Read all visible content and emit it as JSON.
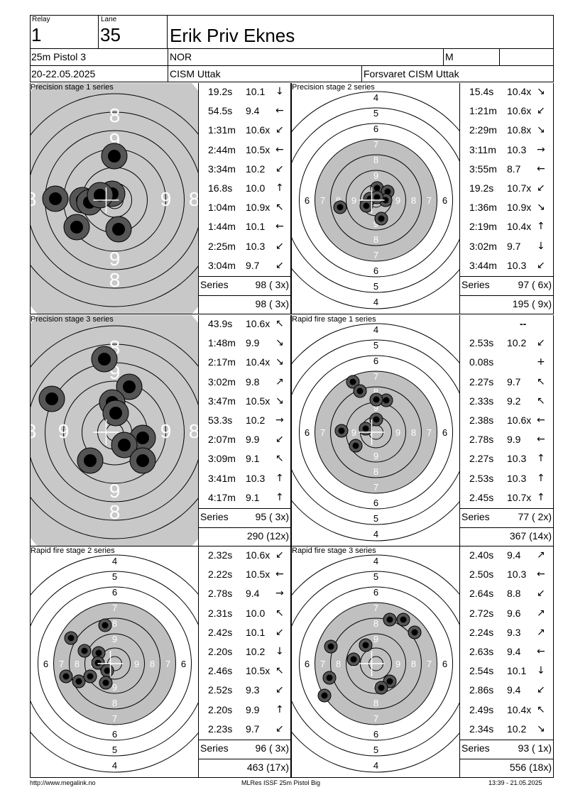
{
  "header": {
    "relay_label": "Relay",
    "relay_value": "1",
    "lane_label": "Lane",
    "lane_value": "35",
    "shooter_name": "Erik Priv Eknes",
    "discipline": "25m Pistol 3",
    "nation": "NOR",
    "gender": "M",
    "dates": "20-22.05.2025",
    "event": "CISM Uttak",
    "organizer": "Forsvaret CISM Uttak"
  },
  "panels": [
    {
      "title": "Precision stage 1 series",
      "target_type": "precision",
      "shots": [
        {
          "time": "19.2s",
          "score": "10.1",
          "dir": "↓"
        },
        {
          "time": "54.5s",
          "score": "9.4",
          "dir": "←"
        },
        {
          "time": "1:31m",
          "score": "10.6x",
          "dir": "↙"
        },
        {
          "time": "2:44m",
          "score": "10.5x",
          "dir": "←"
        },
        {
          "time": "3:34m",
          "score": "10.2",
          "dir": "↙"
        },
        {
          "time": "16.8s",
          "score": "10.0",
          "dir": "↑"
        },
        {
          "time": "1:04m",
          "score": "10.9x",
          "dir": "↖"
        },
        {
          "time": "1:44m",
          "score": "10.1",
          "dir": "←"
        },
        {
          "time": "2:25m",
          "score": "10.3",
          "dir": "↙"
        },
        {
          "time": "3:04m",
          "score": "9.7",
          "dir": "↙"
        }
      ],
      "series_label": "Series",
      "series_total": "98 ( 3x)",
      "running_total": "98 ( 3x)"
    },
    {
      "title": "Precision stage 2 series",
      "target_type": "rapid",
      "shots": [
        {
          "time": "15.4s",
          "score": "10.4x",
          "dir": "↘"
        },
        {
          "time": "1:21m",
          "score": "10.6x",
          "dir": "↙"
        },
        {
          "time": "2:29m",
          "score": "10.8x",
          "dir": "↘"
        },
        {
          "time": "3:11m",
          "score": "10.3",
          "dir": "→"
        },
        {
          "time": "3:55m",
          "score": "8.7",
          "dir": "←"
        },
        {
          "time": "19.2s",
          "score": "10.7x",
          "dir": "↙"
        },
        {
          "time": "1:36m",
          "score": "10.9x",
          "dir": "↘"
        },
        {
          "time": "2:19m",
          "score": "10.4x",
          "dir": "↑"
        },
        {
          "time": "3:02m",
          "score": "9.7",
          "dir": "↓"
        },
        {
          "time": "3:44m",
          "score": "10.3",
          "dir": "↙"
        }
      ],
      "series_label": "Series",
      "series_total": "97 ( 6x)",
      "running_total": "195 ( 9x)"
    },
    {
      "title": "Precision stage 3 series",
      "target_type": "precision",
      "shots": [
        {
          "time": "43.9s",
          "score": "10.6x",
          "dir": "↖"
        },
        {
          "time": "1:48m",
          "score": "9.9",
          "dir": "↘"
        },
        {
          "time": "2:17m",
          "score": "10.4x",
          "dir": "↘"
        },
        {
          "time": "3:02m",
          "score": "9.8",
          "dir": "↗"
        },
        {
          "time": "3:47m",
          "score": "10.5x",
          "dir": "↘"
        },
        {
          "time": "53.3s",
          "score": "10.2",
          "dir": "→"
        },
        {
          "time": "2:07m",
          "score": "9.9",
          "dir": "↙"
        },
        {
          "time": "3:09m",
          "score": "9.1",
          "dir": "↖"
        },
        {
          "time": "3:41m",
          "score": "10.3",
          "dir": "↑"
        },
        {
          "time": "4:17m",
          "score": "9.1",
          "dir": "↑"
        }
      ],
      "series_label": "Series",
      "series_total": "95 ( 3x)",
      "running_total": "290 (12x)"
    },
    {
      "title": "Rapid fire stage 1 series",
      "target_type": "rapid",
      "header_mark": "--",
      "shots": [
        {
          "time": "2.53s",
          "score": "10.2",
          "dir": "↙"
        },
        {
          "time": "0.08s",
          "score": "",
          "dir": "+"
        },
        {
          "time": "2.27s",
          "score": "9.7",
          "dir": "↖"
        },
        {
          "time": "2.33s",
          "score": "9.2",
          "dir": "↖"
        },
        {
          "time": "2.38s",
          "score": "10.6x",
          "dir": "←"
        },
        {
          "time": "2.78s",
          "score": "9.9",
          "dir": "←"
        },
        {
          "time": "2.27s",
          "score": "10.3",
          "dir": "↑"
        },
        {
          "time": "2.53s",
          "score": "10.3",
          "dir": "↑"
        },
        {
          "time": "2.45s",
          "score": "10.7x",
          "dir": "↑"
        }
      ],
      "series_label": "Series",
      "series_total": "77 ( 2x)",
      "running_total": "367 (14x)"
    },
    {
      "title": "Rapid fire stage 2 series",
      "target_type": "rapid",
      "shots": [
        {
          "time": "2.32s",
          "score": "10.6x",
          "dir": "↙"
        },
        {
          "time": "2.22s",
          "score": "10.5x",
          "dir": "←"
        },
        {
          "time": "2.78s",
          "score": "9.4",
          "dir": "→"
        },
        {
          "time": "2.31s",
          "score": "10.0",
          "dir": "↖"
        },
        {
          "time": "2.42s",
          "score": "10.1",
          "dir": "↙"
        },
        {
          "time": "2.20s",
          "score": "10.2",
          "dir": "↓"
        },
        {
          "time": "2.46s",
          "score": "10.5x",
          "dir": "↖"
        },
        {
          "time": "2.52s",
          "score": "9.3",
          "dir": "↙"
        },
        {
          "time": "2.20s",
          "score": "9.9",
          "dir": "↑"
        },
        {
          "time": "2.23s",
          "score": "9.7",
          "dir": "↙"
        }
      ],
      "series_label": "Series",
      "series_total": "96 ( 3x)",
      "running_total": "463 (17x)"
    },
    {
      "title": "Rapid fire stage 3 series",
      "target_type": "rapid",
      "shots": [
        {
          "time": "2.40s",
          "score": "9.4",
          "dir": "↗"
        },
        {
          "time": "2.50s",
          "score": "10.3",
          "dir": "←"
        },
        {
          "time": "2.64s",
          "score": "8.8",
          "dir": "↙"
        },
        {
          "time": "2.72s",
          "score": "9.6",
          "dir": "↗"
        },
        {
          "time": "2.24s",
          "score": "9.3",
          "dir": "↗"
        },
        {
          "time": "2.63s",
          "score": "9.4",
          "dir": "←"
        },
        {
          "time": "2.54s",
          "score": "10.1",
          "dir": "↓"
        },
        {
          "time": "2.86s",
          "score": "9.4",
          "dir": "↙"
        },
        {
          "time": "2.49s",
          "score": "10.4x",
          "dir": "↖"
        },
        {
          "time": "2.34s",
          "score": "10.2",
          "dir": "↘"
        }
      ],
      "series_label": "Series",
      "series_total": "93 ( 1x)",
      "running_total": "556 (18x)"
    }
  ],
  "footer": {
    "left": "http://www.megalink.no",
    "center": "MLRes ISSF 25m Pistol Big",
    "right": "13:39 - 21.05.2025"
  }
}
